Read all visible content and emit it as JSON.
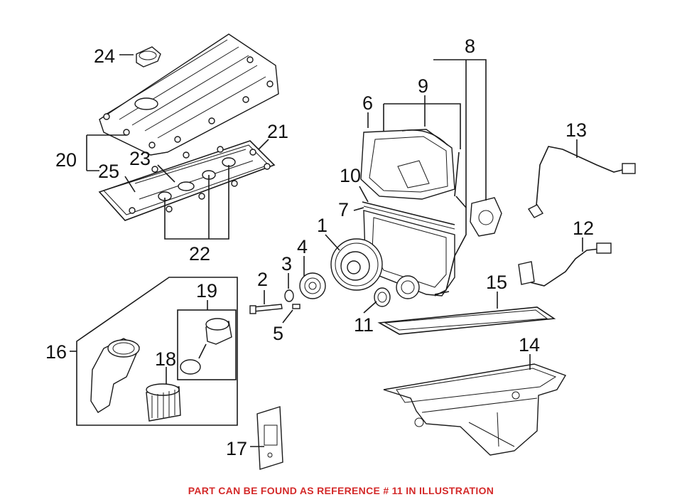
{
  "labels": {
    "n1": "1",
    "n2": "2",
    "n3": "3",
    "n4": "4",
    "n5": "5",
    "n6": "6",
    "n7": "7",
    "n8": "8",
    "n9": "9",
    "n10": "10",
    "n11": "11",
    "n12": "12",
    "n13": "13",
    "n14": "14",
    "n15": "15",
    "n16": "16",
    "n17": "17",
    "n18": "18",
    "n19": "19",
    "n20": "20",
    "n21": "21",
    "n22": "22",
    "n23": "23",
    "n24": "24",
    "n25": "25"
  },
  "caption": "PART CAN BE FOUND AS REFERENCE # 11 IN ILLUSTRATION",
  "colors": {
    "caption": "#d42a2a",
    "line": "#1a1a1a",
    "background": "#ffffff"
  }
}
